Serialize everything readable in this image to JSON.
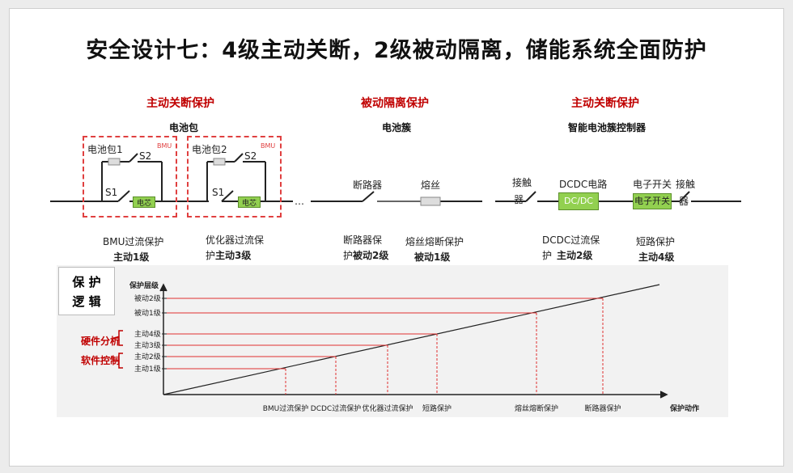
{
  "title": "安全设计七：4级主动关断，2级被动隔离，储能系统全面防护",
  "sections": [
    {
      "heading": "主动关断保护",
      "subheading": "电池包"
    },
    {
      "heading": "被动隔离保护",
      "subheading": "电池簇"
    },
    {
      "heading": "主动关断保护",
      "subheading": "智能电池簇控制器"
    }
  ],
  "battery_packs": [
    {
      "name": "电池包1",
      "bmu": "BMU",
      "s1": "S1",
      "s2": "S2",
      "cell": "电芯"
    },
    {
      "name": "电池包2",
      "bmu": "BMU",
      "s1": "S1",
      "s2": "S2",
      "cell": "电芯"
    }
  ],
  "ellipsis": "…",
  "cluster_parts": {
    "breaker": "断路器",
    "fuse": "熔丝"
  },
  "controller_parts": {
    "contactor_left_a": "接触",
    "contactor_left_b": "器",
    "dcdc_label": "DCDC电路",
    "dcdc_box": "DC/DC",
    "eswitch_label": "电子开关",
    "eswitch_box": "电子开关",
    "contactor_right_a": "接触",
    "contactor_right_b": "器"
  },
  "captions": [
    {
      "line1": "BMU过流保护",
      "level": "主动1级"
    },
    {
      "line1": "优化器过流保",
      "line2": "护",
      "level": "主动3级"
    },
    {
      "line1": "断路器保",
      "line2": "护",
      "level": "被动2级"
    },
    {
      "line1": "熔丝熔断保护",
      "level": "被动1级"
    },
    {
      "line1": "DCDC过流保",
      "line2": "护",
      "level": "主动2级"
    },
    {
      "line1": "短路保护",
      "level": "主动4级"
    }
  ],
  "logic": {
    "box_line1": "保 护",
    "box_line2": "逻 辑",
    "ylabel": "保护层级",
    "xlabel": "保护动作",
    "hardware": "硬件分析",
    "software": "软件控制",
    "levels": [
      "被动2级",
      "被动1级",
      "主动4级",
      "主动3级",
      "主动2级",
      "主动1级"
    ],
    "actions": [
      "BMU过流保护",
      "DCDC过流保护",
      "优化器过流保护",
      "短路保护",
      "熔丝熔断保护",
      "断路器保护"
    ],
    "line_color": "#e03030"
  }
}
